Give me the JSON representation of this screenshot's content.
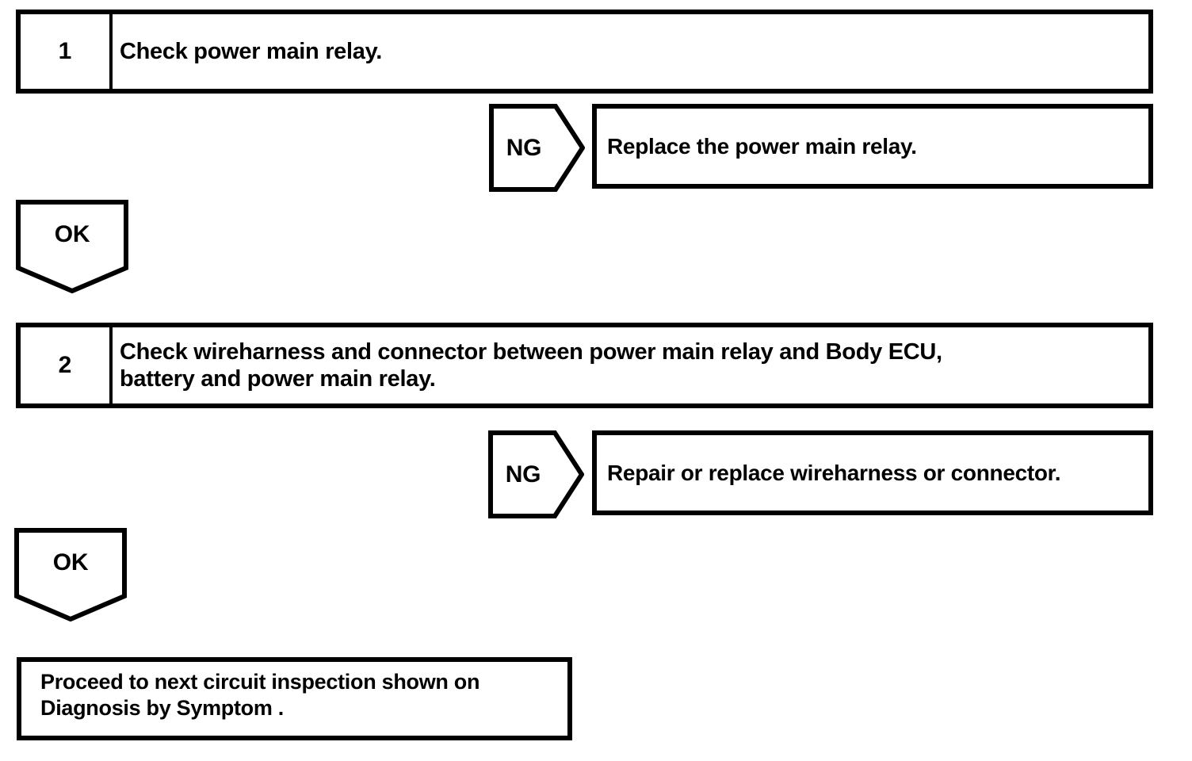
{
  "colors": {
    "ink": "#000000",
    "paper": "#ffffff"
  },
  "flowchart": {
    "step1": {
      "number": "1",
      "label": "Check power main relay."
    },
    "ng1": {
      "label": "NG",
      "result": "Replace the power main relay."
    },
    "ok1": {
      "label": "OK"
    },
    "step2": {
      "number": "2",
      "lines": [
        "Check wireharness and connector between power main relay and Body ECU,",
        "battery and power main relay."
      ]
    },
    "ng2": {
      "label": "NG",
      "result": "Repair or replace wireharness or connector."
    },
    "ok2": {
      "label": "OK"
    },
    "final": {
      "lines": [
        "Proceed to next circuit inspection shown on",
        "Diagnosis by Symptom ."
      ]
    }
  }
}
